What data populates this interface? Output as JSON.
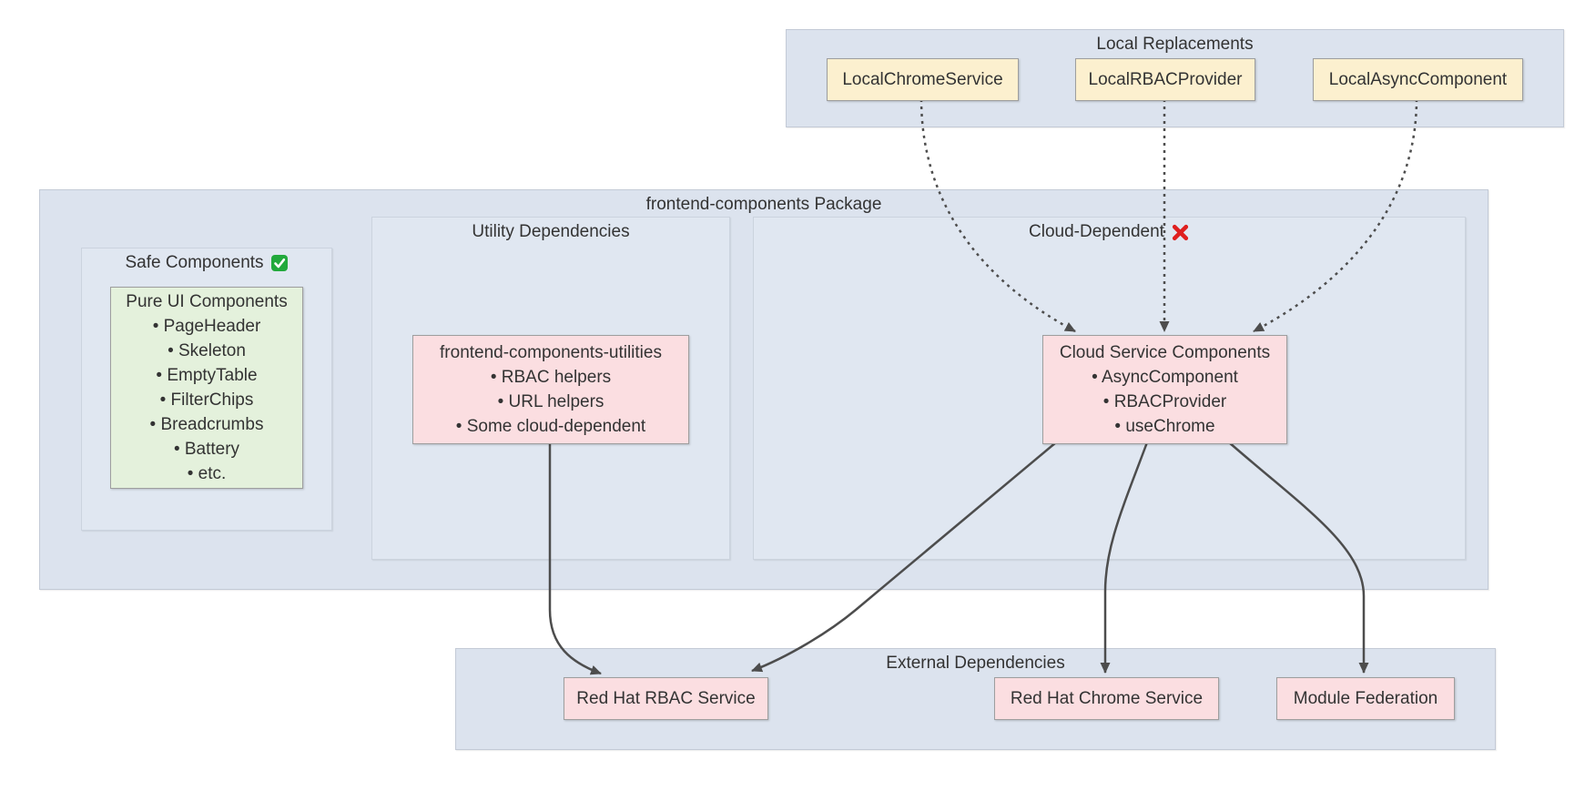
{
  "groups": {
    "local_replacements": {
      "title": "Local Replacements"
    },
    "package": {
      "title": "frontend-components Package"
    },
    "safe_components": {
      "title": "Safe Components",
      "status_icon": "check-mark-green"
    },
    "utility_dependencies": {
      "title": "Utility Dependencies"
    },
    "cloud_dependent": {
      "title": "Cloud-Dependent",
      "status_icon": "cross-mark-red"
    },
    "external_dependencies": {
      "title": "External Dependencies"
    }
  },
  "nodes": {
    "local_chrome_service": {
      "label": "LocalChromeService"
    },
    "local_rbac_provider": {
      "label": "LocalRBACProvider"
    },
    "local_async_component": {
      "label": "LocalAsyncComponent"
    },
    "pure_ui_components": {
      "title": "Pure UI Components",
      "items": [
        "• PageHeader",
        "• Skeleton",
        "• EmptyTable",
        "• FilterChips",
        "• Breadcrumbs",
        "• Battery",
        "• etc."
      ]
    },
    "frontend_components_utilities": {
      "title": "frontend-components-utilities",
      "items": [
        "• RBAC helpers",
        "• URL helpers",
        "• Some cloud-dependent"
      ]
    },
    "cloud_service_components": {
      "title": "Cloud Service Components",
      "items": [
        "• AsyncComponent",
        "• RBACProvider",
        "• useChrome"
      ]
    },
    "red_hat_rbac_service": {
      "label": "Red Hat RBAC Service"
    },
    "red_hat_chrome_service": {
      "label": "Red Hat Chrome Service"
    },
    "module_federation": {
      "label": "Module Federation"
    }
  },
  "edges": [
    {
      "from": "LocalChromeService",
      "to": "Cloud Service Components",
      "style": "dotted"
    },
    {
      "from": "LocalRBACProvider",
      "to": "Cloud Service Components",
      "style": "dotted"
    },
    {
      "from": "LocalAsyncComponent",
      "to": "Cloud Service Components",
      "style": "dotted"
    },
    {
      "from": "frontend-components-utilities",
      "to": "Red Hat RBAC Service",
      "style": "solid"
    },
    {
      "from": "Cloud Service Components",
      "to": "Red Hat RBAC Service",
      "style": "solid"
    },
    {
      "from": "Cloud Service Components",
      "to": "Red Hat Chrome Service",
      "style": "solid"
    },
    {
      "from": "Cloud Service Components",
      "to": "Module Federation",
      "style": "solid"
    }
  ],
  "colors": {
    "container_fill": "#dce3ee",
    "inner_container_fill": "#e0e7f1",
    "yellow_node_fill": "#fcf0cf",
    "pink_node_fill": "#fbdee1",
    "green_node_fill": "#e4f1dc",
    "node_border": "#9e9e9e",
    "arrow": "#4d4d4d",
    "text": "#333333",
    "check_green": "#22a93c",
    "cross_red": "#df1f1f"
  }
}
